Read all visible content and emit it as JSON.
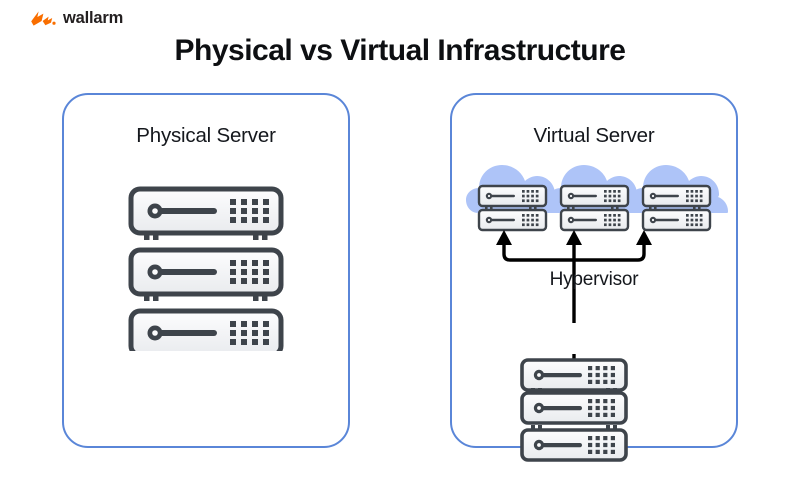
{
  "brand": {
    "name": "wallarm",
    "logo_icon": "wallarm-lightning-mark",
    "mark_color": "#f96e00",
    "wordmark_color": "#231f20"
  },
  "header": {
    "title": "Physical vs Virtual Infrastructure"
  },
  "theme": {
    "background": "#ffffff",
    "panel_border": "#5a86d8",
    "server_stroke": "#3e444b",
    "server_fill_top": "#fcfcfd",
    "server_fill_bottom": "#eceef1",
    "server_dot": "#3e444b",
    "cloud_fill": "#aec4f8",
    "cloud_stroke": "#aec4f8",
    "arrow_color": "#000000",
    "title_color": "#0d0f12"
  },
  "panels": [
    {
      "id": "physical",
      "title": "Physical Server",
      "diagram": {
        "icon": "server-rack-icon",
        "units": 3,
        "unit_label": "server-unit",
        "grid_rows": 3,
        "grid_cols": 5
      }
    },
    {
      "id": "virtual",
      "title": "Virtual Server",
      "diagram": {
        "clouds": [
          {
            "icon": "cloud-icon",
            "servers": 2
          },
          {
            "icon": "cloud-icon",
            "servers": 2
          },
          {
            "icon": "cloud-icon",
            "servers": 2
          }
        ],
        "arrows": 3,
        "arrow_icon": "arrow-up-icon",
        "hypervisor_label": "Hypervisor",
        "hypervisor": {
          "icon": "server-rack-icon",
          "units": 3,
          "grid_rows": 3,
          "grid_cols": 5
        }
      }
    }
  ]
}
